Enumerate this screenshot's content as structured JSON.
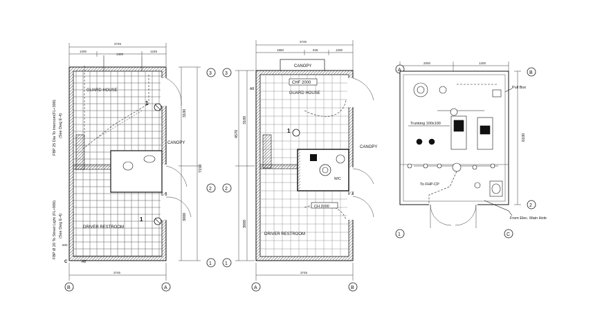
{
  "plan1": {
    "dim_top_total": "3745",
    "dim_top_a": "1200",
    "dim_top_b": "1300",
    "dim_top_c": "1245",
    "room_guard": "GUARD HOUSE",
    "room_driver": "DRIVER RESTROOM",
    "canopy": "CANOPY",
    "fbp_top": "FBP 25 Dia To Intercom(FL+300)",
    "fbp_top_ref": "(See Dwg E-4)",
    "fbp_bottom": "FBP Ø 20 To Street Light (FL+900)",
    "fbp_bottom_ref": "(See Dwg E-4)",
    "marker_c": "C",
    "marker_a": "A8",
    "dim_side_total": "7150",
    "dim_bottom": "3745",
    "dim_right_a": "3100",
    "dim_right_b": "3000",
    "dim_left_small": "500"
  },
  "plan2": {
    "dim_top_total": "3745",
    "dim_top_a": "1860",
    "dim_top_b": "945",
    "dim_top_c": "1200",
    "canopy_top": "CANOPY",
    "chf_tag": "CHF 2000",
    "room_guard": "GUARD HOUSE",
    "canopy_side": "CANOPY",
    "room_driver": "DRIVER RESTROOM",
    "ch_tag": "CH 2000",
    "wc": "W/C",
    "dim_bottom": "3745",
    "marker_a": "A8",
    "dim_left_total": "4570",
    "dim_left_a": "3100",
    "dim_left_b": "3000"
  },
  "plan3": {
    "dim_top_a": "2000",
    "dim_top_b": "1200",
    "pull_box": "Pull Box",
    "trunking": "Trunking 100x100",
    "to_fhp": "To FHP-CP",
    "from_main_hole": "From Elec. Main Hole",
    "dim_right": "6100"
  },
  "grid": {
    "top_left_1": "1",
    "top_left_2": "2",
    "top_left_3": "3",
    "bottom_a": "A",
    "bottom_b": "B",
    "bottom_c": "C"
  }
}
